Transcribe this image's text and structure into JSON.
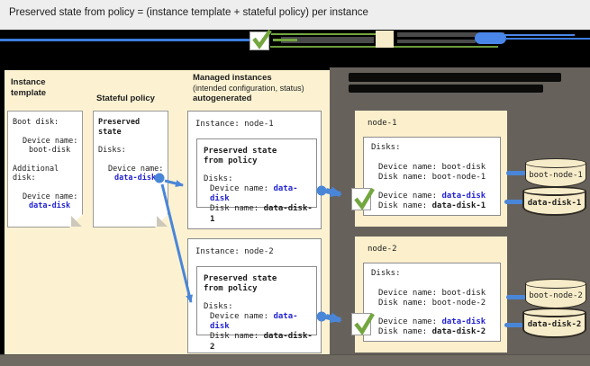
{
  "title": "Preserved state from policy = (instance template + stateful policy) per instance",
  "colors": {
    "accent_blue_text": "#2424d2",
    "connector_blue": "#4a86d8",
    "check_green": "#73a63f",
    "cream_panel": "#fcf2d2",
    "node_card_cream": "#fbefcc",
    "gray_panel": "#66615b",
    "title_bar_bg": "#eeeeee",
    "legend_band_bg": "#000000"
  },
  "left_panel": {
    "instance_template_header_line1": "Instance",
    "instance_template_header_line2": "template",
    "stateful_policy_header": "Stateful policy",
    "managed_header_line1": "Managed instances",
    "managed_header_line2": "(intended configuration, status)",
    "managed_header_line3": "autogenerated",
    "template_card": {
      "boot_disk_label": "Boot disk:",
      "device_name_label": "Device name:",
      "boot_disk_value": "boot-disk",
      "additional_disk_line1": "Additional",
      "additional_disk_line2": "disk:",
      "device_name_label2": "Device name:",
      "data_disk_value": "data-disk"
    },
    "policy_card": {
      "preserved_line1": "Preserved",
      "preserved_line2": "state",
      "disks_label": "Disks:",
      "device_name_label": "Device name:",
      "data_disk_value": "data-disk"
    },
    "instance1": {
      "title": "Instance: node-1",
      "preserved_line1": "Preserved state",
      "preserved_line2": "from policy",
      "disks_label": "Disks:",
      "device_label": "Device name: ",
      "device_value": "data-disk",
      "disk_label": "Disk name: ",
      "disk_value": "data-disk-1"
    },
    "instance2": {
      "title": "Instance: node-2",
      "preserved_line1": "Preserved state",
      "preserved_line2": "from policy",
      "disks_label": "Disks:",
      "device_label": "Device name: ",
      "device_value": "data-disk",
      "disk_label": "Disk name: ",
      "disk_value": "data-disk-2"
    }
  },
  "right_panel": {
    "node1": {
      "title": "node-1",
      "disks_label": "Disks:",
      "boot_device_label": "Device name: ",
      "boot_device_value": "boot-disk",
      "boot_disk_label": "Disk name: ",
      "boot_disk_value": "boot-node-1",
      "data_device_label": "Device name: ",
      "data_device_value": "data-disk",
      "data_disk_label": "Disk name: ",
      "data_disk_value": "data-disk-1",
      "boot_cylinder_label": "boot-node-1",
      "data_cylinder_label": "data-disk-1"
    },
    "node2": {
      "title": "node-2",
      "disks_label": "Disks:",
      "boot_device_label": "Device name: ",
      "boot_device_value": "boot-disk",
      "boot_disk_label": "Disk name: ",
      "boot_disk_value": "boot-node-2",
      "data_device_label": "Device name: ",
      "data_device_value": "data-disk",
      "data_disk_label": "Disk name: ",
      "data_disk_value": "data-disk-2",
      "boot_cylinder_label": "boot-node-2",
      "data_cylinder_label": "data-disk-2"
    }
  }
}
